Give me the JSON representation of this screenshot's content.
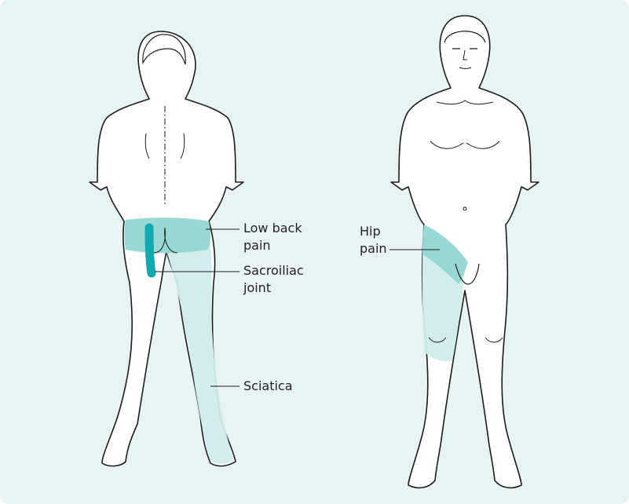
{
  "colors": {
    "background": "#e7f4f3",
    "body_fill": "#ffffff",
    "outline": "#1c1c1c",
    "pain_light": "#cfeceb",
    "pain_medium": "#93d6d3",
    "joint": "#12a9b0"
  },
  "figures": [
    {
      "view": "back",
      "labels": [
        {
          "line1": "Low back",
          "line2": "pain"
        },
        {
          "line1": "Sacroiliac",
          "line2": "joint"
        },
        {
          "line1": "Sciatica",
          "line2": ""
        }
      ]
    },
    {
      "view": "front",
      "labels": [
        {
          "line1": "Hip",
          "line2": "pain"
        }
      ]
    }
  ]
}
